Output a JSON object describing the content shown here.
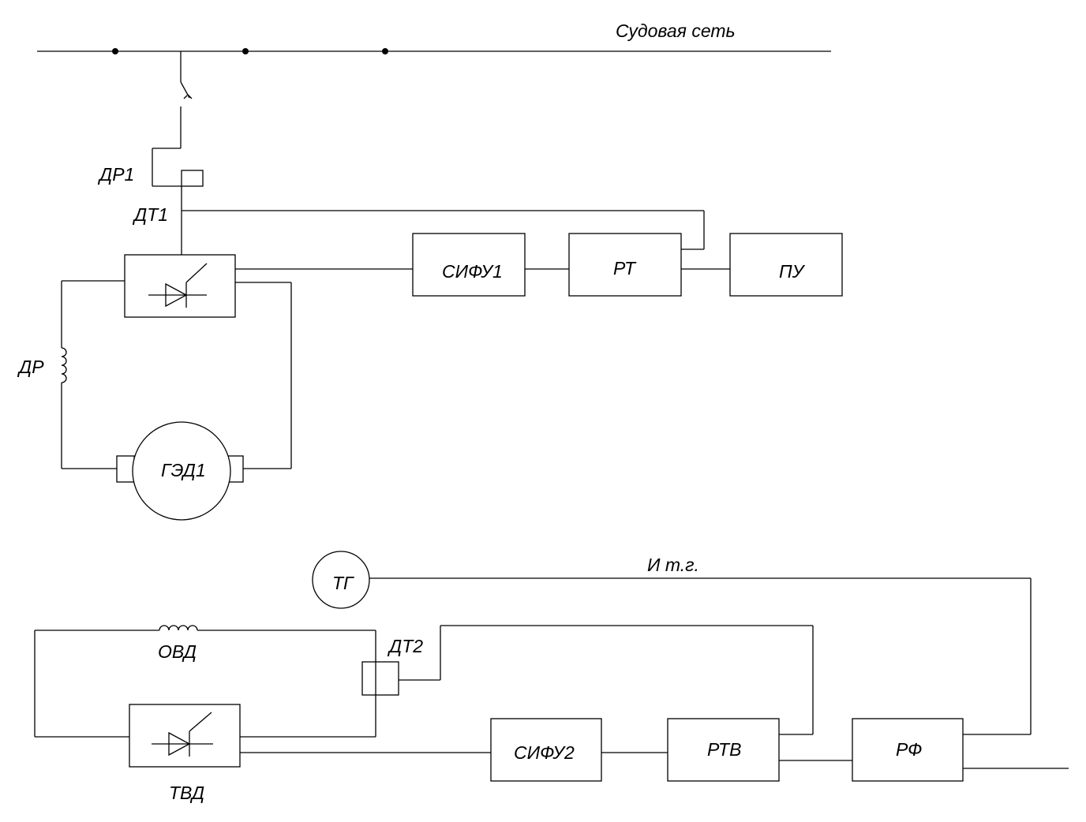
{
  "labels": {
    "ship_network": "Судовая сеть",
    "dr1": "ДР1",
    "dt1": "ДТ1",
    "sifu1": "СИФУ1",
    "rt": "РТ",
    "pu": "ПУ",
    "dr": "ДР",
    "ged1": "ГЭД1",
    "tg": "ТГ",
    "i_tg": "И т.г.",
    "ovd": "ОВД",
    "dt2": "ДТ2",
    "sifu2": "СИФУ2",
    "rtv": "РТВ",
    "rf": "РФ",
    "tvd": "ТВД"
  },
  "colors": {
    "line": "#000000",
    "background": "#ffffff"
  }
}
